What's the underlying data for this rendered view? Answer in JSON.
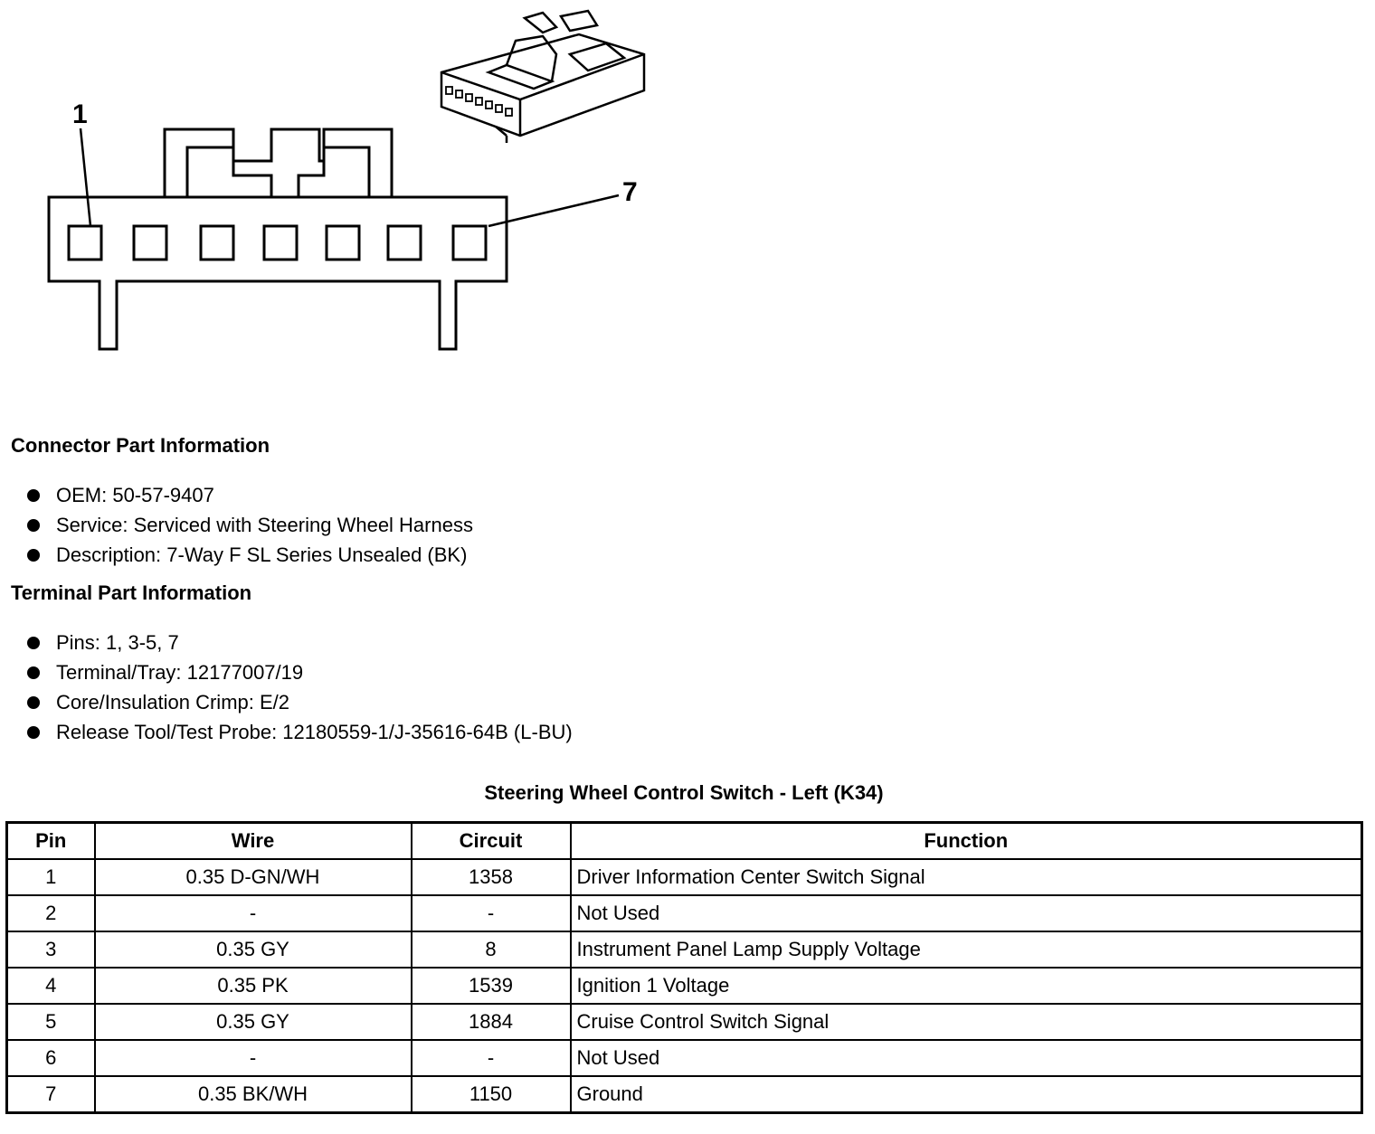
{
  "diagram": {
    "pin_first_label": "1",
    "pin_last_label": "7"
  },
  "connector_info": {
    "title": "Connector Part Information",
    "items": [
      "OEM: 50-57-9407",
      "Service: Serviced with Steering Wheel Harness",
      "Description: 7-Way F SL Series Unsealed (BK)"
    ]
  },
  "terminal_info": {
    "title": "Terminal Part Information",
    "items": [
      "Pins: 1, 3-5, 7",
      "Terminal/Tray: 12177007/19",
      "Core/Insulation Crimp: E/2",
      "Release Tool/Test Probe: 12180559-1/J-35616-64B (L-BU)"
    ]
  },
  "table": {
    "title": "Steering Wheel Control Switch - Left (K34)",
    "headers": [
      "Pin",
      "Wire",
      "Circuit",
      "Function"
    ],
    "rows": [
      [
        "1",
        "0.35 D-GN/WH",
        "1358",
        "Driver Information Center Switch Signal"
      ],
      [
        "2",
        "-",
        "-",
        "Not Used"
      ],
      [
        "3",
        "0.35 GY",
        "8",
        "Instrument Panel Lamp Supply Voltage"
      ],
      [
        "4",
        "0.35 PK",
        "1539",
        "Ignition 1 Voltage"
      ],
      [
        "5",
        "0.35 GY",
        "1884",
        "Cruise Control Switch Signal"
      ],
      [
        "6",
        "-",
        "-",
        "Not Used"
      ],
      [
        "7",
        "0.35 BK/WH",
        "1150",
        "Ground"
      ]
    ]
  }
}
